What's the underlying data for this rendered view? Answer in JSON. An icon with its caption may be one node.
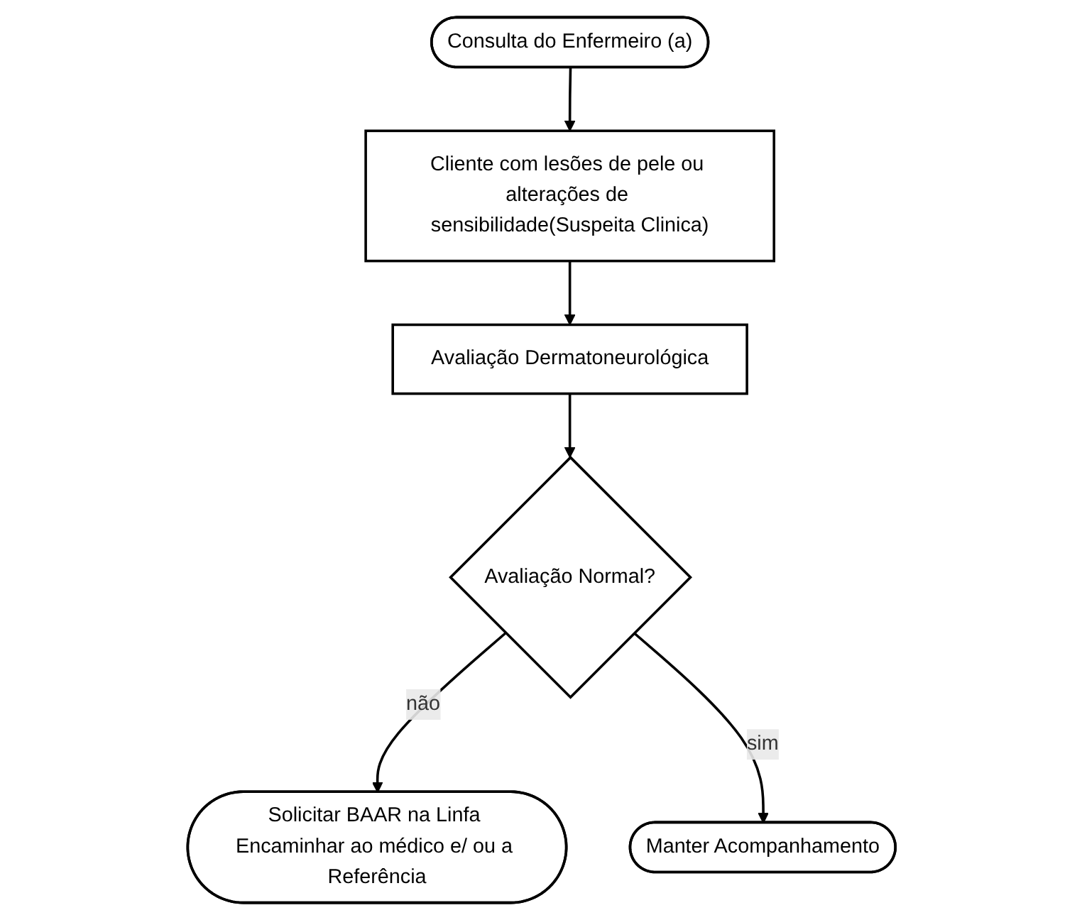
{
  "diagram": {
    "nodes": [
      {
        "text": [
          "Consulta do Enfermeiro (a)"
        ]
      },
      {
        "text": [
          "Cliente com lesões de pele ou alterações de sensibilidade(Suspeita Clinica)"
        ]
      },
      {
        "text": [
          "Avaliação Dermatoneurológica"
        ]
      },
      {
        "text": [
          "Avaliação Normal?"
        ]
      },
      {
        "text": [
          "Solicitar BAAR na Linfa Encaminhar ao médico e/ ou a Referência"
        ]
      },
      {
        "text": [
          "Manter Acompanhamento"
        ]
      }
    ],
    "edges": [
      {
        "from": 0,
        "to": 1,
        "arrow": "to"
      },
      {
        "from": 1,
        "to": 2,
        "arrow": "to"
      },
      {
        "from": 2,
        "to": 3,
        "arrow": "to"
      },
      {
        "from": 3,
        "to": 4,
        "arrow": "to",
        "label": "não"
      },
      {
        "from": 3,
        "to": 5,
        "arrow": "to",
        "label": "sim"
      }
    ]
  }
}
